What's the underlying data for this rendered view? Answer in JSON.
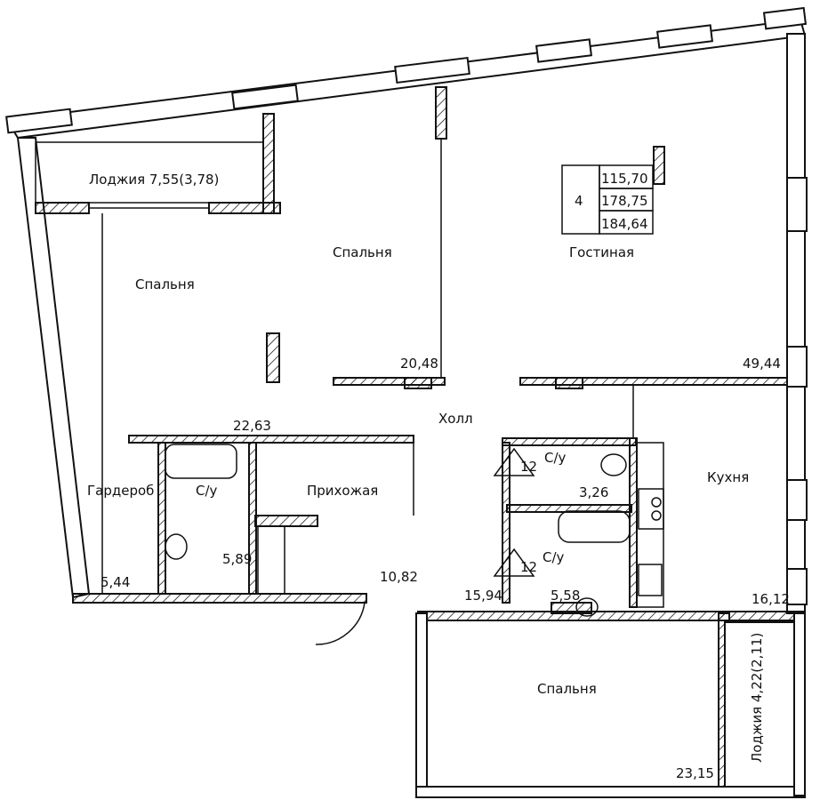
{
  "summary": {
    "rooms": "4",
    "living_area": "115,70",
    "total_area": "178,75",
    "total_with_loggias": "184,64"
  },
  "rooms": {
    "loggia_top": "Лоджия 7,55(3,78)",
    "bedroom_left": "Спальня",
    "bedroom_mid": "Спальня",
    "living": "Гостиная",
    "hall": "Холл",
    "wardrobe": "Гардероб",
    "bath_left": "С/у",
    "entry": "Прихожая",
    "bath_top_right": "С/у",
    "bath_bottom_right": "С/у",
    "kitchen": "Кухня",
    "bedroom_bottom": "Спальня",
    "loggia_right": "Лоджия 4,22(2,11)"
  },
  "areas": {
    "bedroom_mid": "20,48",
    "living": "49,44",
    "bedroom_left": "22,63",
    "bath_left": "5,89",
    "wardrobe": "5,44",
    "entry": "10,82",
    "bath_top_right": "3,26",
    "bath_bottom_right": "5,58",
    "hall": "15,94",
    "kitchen": "16,12",
    "bedroom_bottom": "23,15"
  },
  "markers": {
    "triangle_1": "12",
    "triangle_2": "12"
  }
}
